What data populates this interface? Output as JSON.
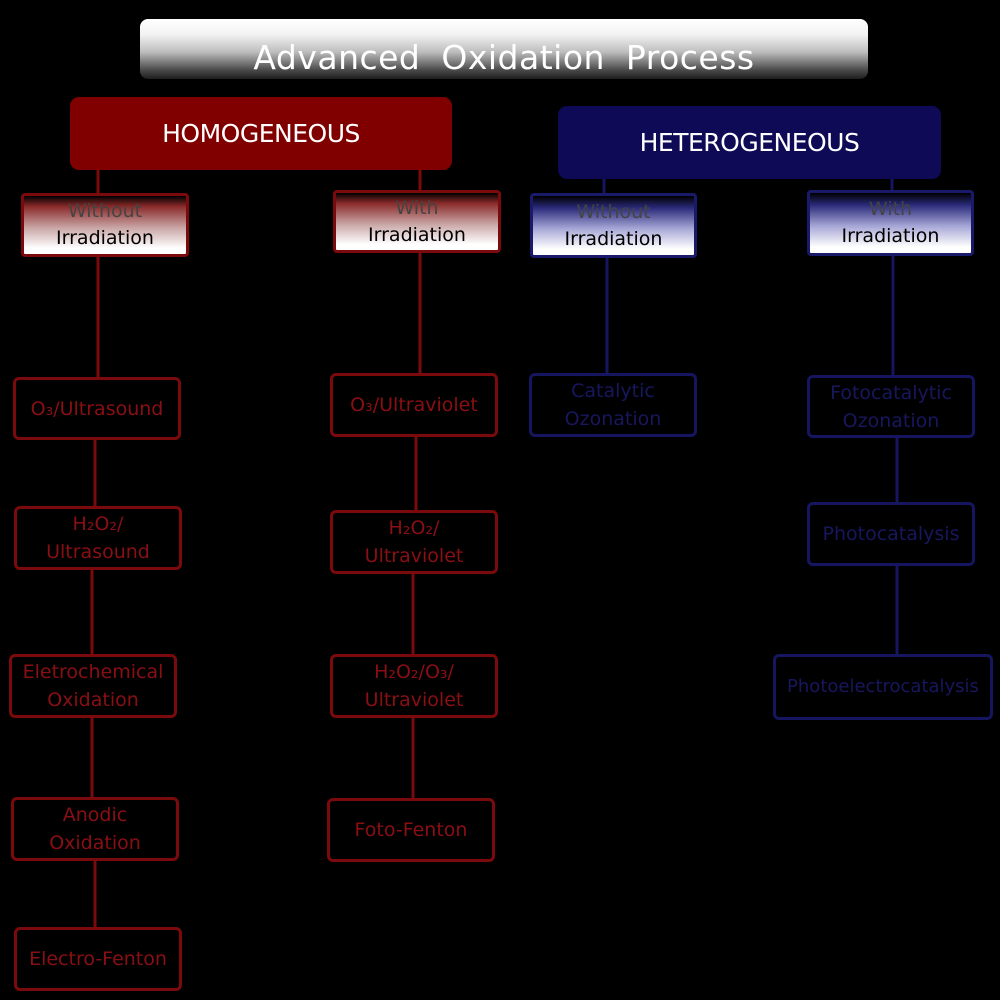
{
  "title": "Advanced Oxidation Process",
  "categories": {
    "homogeneous": "HOMOGENEOUS",
    "heterogeneous": "HETEROGENEOUS"
  },
  "branches": {
    "hom_without": [
      "Without",
      "Irradiation"
    ],
    "hom_with": [
      "With",
      "Irradiation"
    ],
    "het_without": [
      "Without",
      "Irradiation"
    ],
    "het_with": [
      "With",
      "Irradiation"
    ]
  },
  "leaves": {
    "o3_ultrasound": "O₃/Ultrasound",
    "h2o2_ultrasound": [
      "H₂O₂/",
      "Ultrasound"
    ],
    "electrochemical": [
      "Eletrochemical",
      "Oxidation"
    ],
    "anodic": [
      "Anodic",
      "Oxidation"
    ],
    "electro_fenton": "Electro-Fenton",
    "o3_ultraviolet": "O₃/Ultraviolet",
    "h2o2_ultraviolet": [
      "H₂O₂/",
      "Ultraviolet"
    ],
    "h2o2_o3_ultraviolet": [
      "H₂O₂/O₃/",
      "Ultraviolet"
    ],
    "foto_fenton": "Foto-Fenton",
    "catalytic_ozonation": [
      "Catalytic",
      "Ozonation"
    ],
    "fotocatalytic_ozonation": [
      "Fotocatalytic",
      "Ozonation"
    ],
    "photocatalysis": "Photocatalysis",
    "photoelectrocatalysis": "Photoelectrocatalysis"
  },
  "colors": {
    "homogeneous": "#800000",
    "heterogeneous": "#0e0a55",
    "red_line": "#7a0a0c",
    "blue_line": "#151560"
  }
}
